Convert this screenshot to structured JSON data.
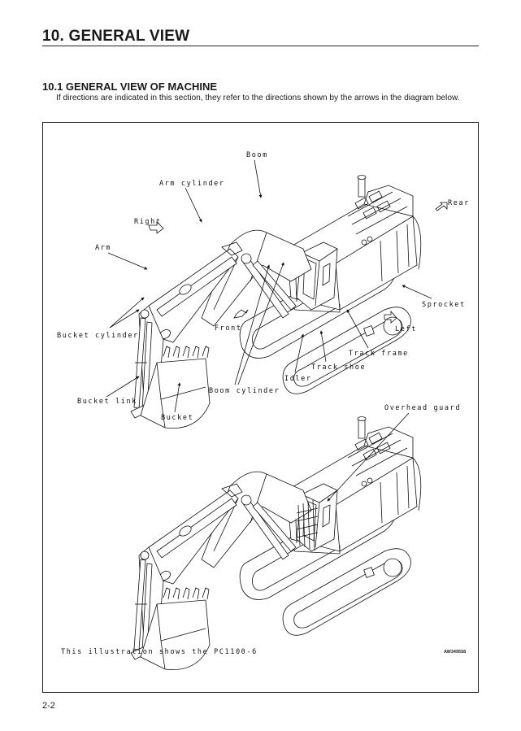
{
  "document": {
    "chapter_title": "10.  GENERAL VIEW",
    "section_title": "10.1   GENERAL VIEW OF MACHINE",
    "intro_text": "If directions are indicated in this section, they refer to the directions shown by the arrows in the diagram below.",
    "page_number": "2-2"
  },
  "figure": {
    "top_drawing": {
      "labels": {
        "boom": "Boom",
        "arm_cylinder": "Arm cylinder",
        "right": "Right",
        "arm": "Arm",
        "rear": "Rear",
        "sprocket": "Sprocket",
        "left": "Left",
        "bucket_cylinder": "Bucket cylinder",
        "front": "Front",
        "track_frame": "Track frame",
        "track_shoe": "Track shoe",
        "idler": "Idler",
        "boom_cylinder": "Boom cylinder",
        "bucket_link": "Bucket link",
        "bucket": "Bucket"
      },
      "direction_arrows": [
        "Right",
        "Front",
        "Left",
        "Rear"
      ]
    },
    "bottom_drawing": {
      "labels": {
        "overhead_guard": "Overhead guard"
      }
    },
    "caption": "This illustration shows the PC1100-6",
    "figure_code": "AW349558"
  }
}
